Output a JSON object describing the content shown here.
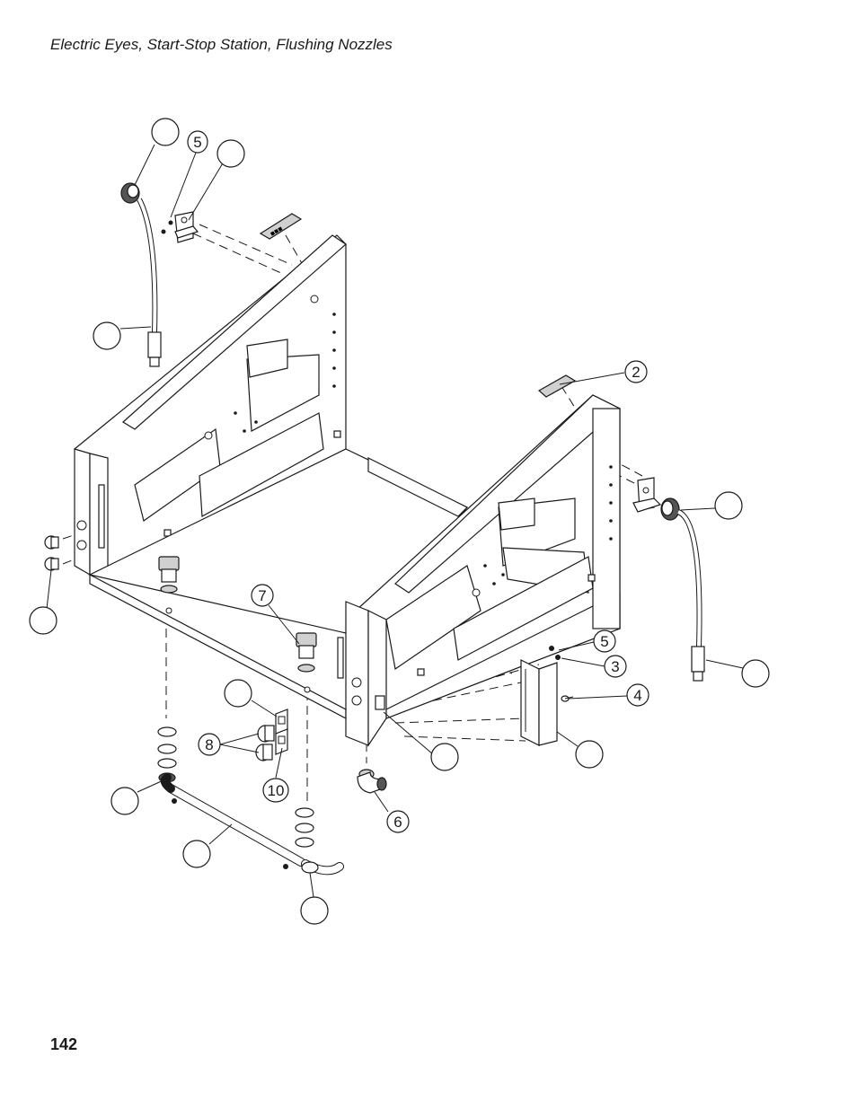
{
  "page": {
    "header": "Electric Eyes, Start-Stop Station, Flushing Nozzles",
    "page_number": "142"
  },
  "callouts": [
    {
      "id": "c-blank-eye-left",
      "label": ""
    },
    {
      "id": "c-5-top",
      "label": "5"
    },
    {
      "id": "c-blank-bracket-left",
      "label": ""
    },
    {
      "id": "c-blank-fitting-left",
      "label": ""
    },
    {
      "id": "c-2",
      "label": "2"
    },
    {
      "id": "c-blank-eye-right",
      "label": ""
    },
    {
      "id": "c-5-right",
      "label": "5"
    },
    {
      "id": "c-3",
      "label": "3"
    },
    {
      "id": "c-4",
      "label": "4"
    },
    {
      "id": "c-blank-fitting-right",
      "label": ""
    },
    {
      "id": "c-blank-cover",
      "label": ""
    },
    {
      "id": "c-blank-frame",
      "label": ""
    },
    {
      "id": "c-7",
      "label": "7"
    },
    {
      "id": "c-blank-station-plate",
      "label": ""
    },
    {
      "id": "c-8",
      "label": "8"
    },
    {
      "id": "c-10",
      "label": "10"
    },
    {
      "id": "c-6",
      "label": "6"
    },
    {
      "id": "c-blank-plugs",
      "label": ""
    },
    {
      "id": "c-blank-elbow",
      "label": ""
    },
    {
      "id": "c-blank-pipe",
      "label": ""
    },
    {
      "id": "c-blank-nozzle",
      "label": ""
    }
  ]
}
